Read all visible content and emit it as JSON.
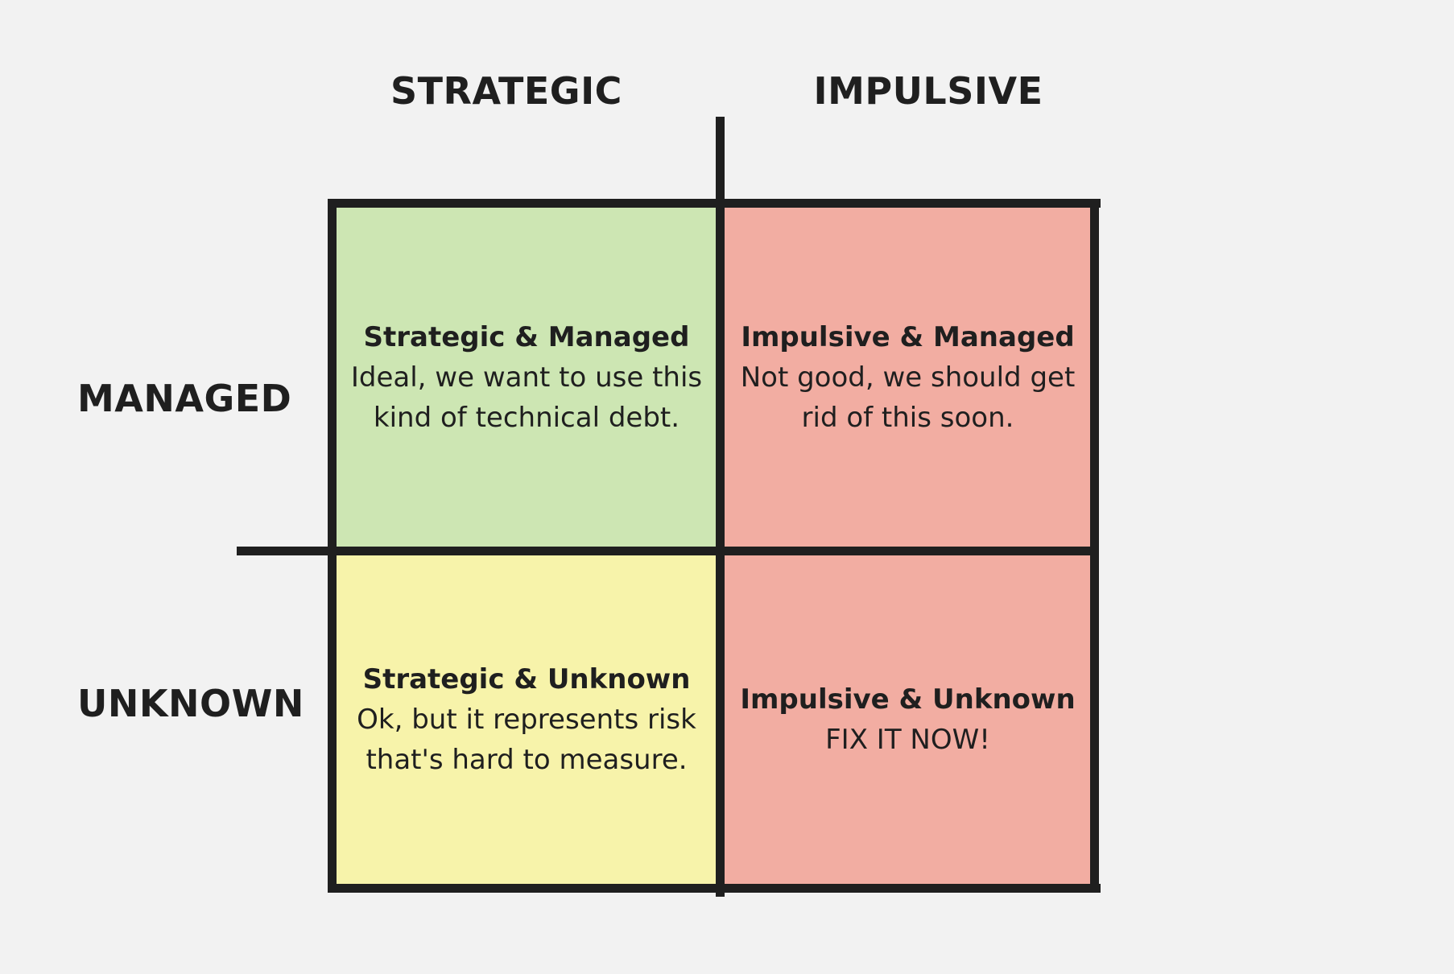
{
  "columns": [
    {
      "label": "STRATEGIC"
    },
    {
      "label": "IMPULSIVE"
    }
  ],
  "rows": [
    {
      "label": "MANAGED"
    },
    {
      "label": "UNKNOWN"
    }
  ],
  "quadrants": {
    "strategic_managed": {
      "title": "Strategic & Managed",
      "text": "Ideal, we want to use this kind of technical debt.",
      "color": "#cde6b3"
    },
    "impulsive_managed": {
      "title": "Impulsive & Managed",
      "text": "Not good, we should get rid of this soon.",
      "color": "#f2ada2"
    },
    "strategic_unknown": {
      "title": "Strategic & Unknown",
      "text": "Ok, but it represents risk that's hard to measure.",
      "color": "#f7f3aa"
    },
    "impulsive_unknown": {
      "title": "Impulsive & Unknown",
      "text": "FIX IT NOW!",
      "color": "#f2ada2"
    }
  },
  "colors": {
    "background": "#f2f2f2",
    "line": "#1f1f1f"
  }
}
